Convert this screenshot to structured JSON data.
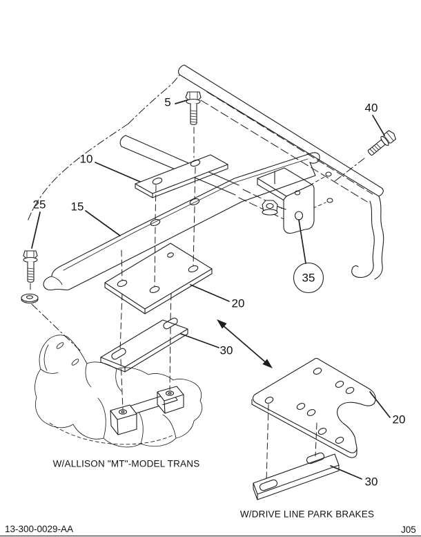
{
  "diagram": {
    "callouts": {
      "c5": "5",
      "c10": "10",
      "c15": "15",
      "c20a": "20",
      "c25": "25",
      "c30a": "30",
      "c35": "35",
      "c40": "40",
      "c20b": "20",
      "c30b": "30"
    },
    "captions": {
      "allison": "W/ALLISON \"MT\"-MODEL TRANS",
      "park_brakes": "W/DRIVE LINE PARK BRAKES"
    },
    "highlight": {
      "item": "35",
      "color": "#2aab45"
    }
  },
  "footer": {
    "doc_number": "13-300-0029-AA",
    "page_code": "J05"
  }
}
